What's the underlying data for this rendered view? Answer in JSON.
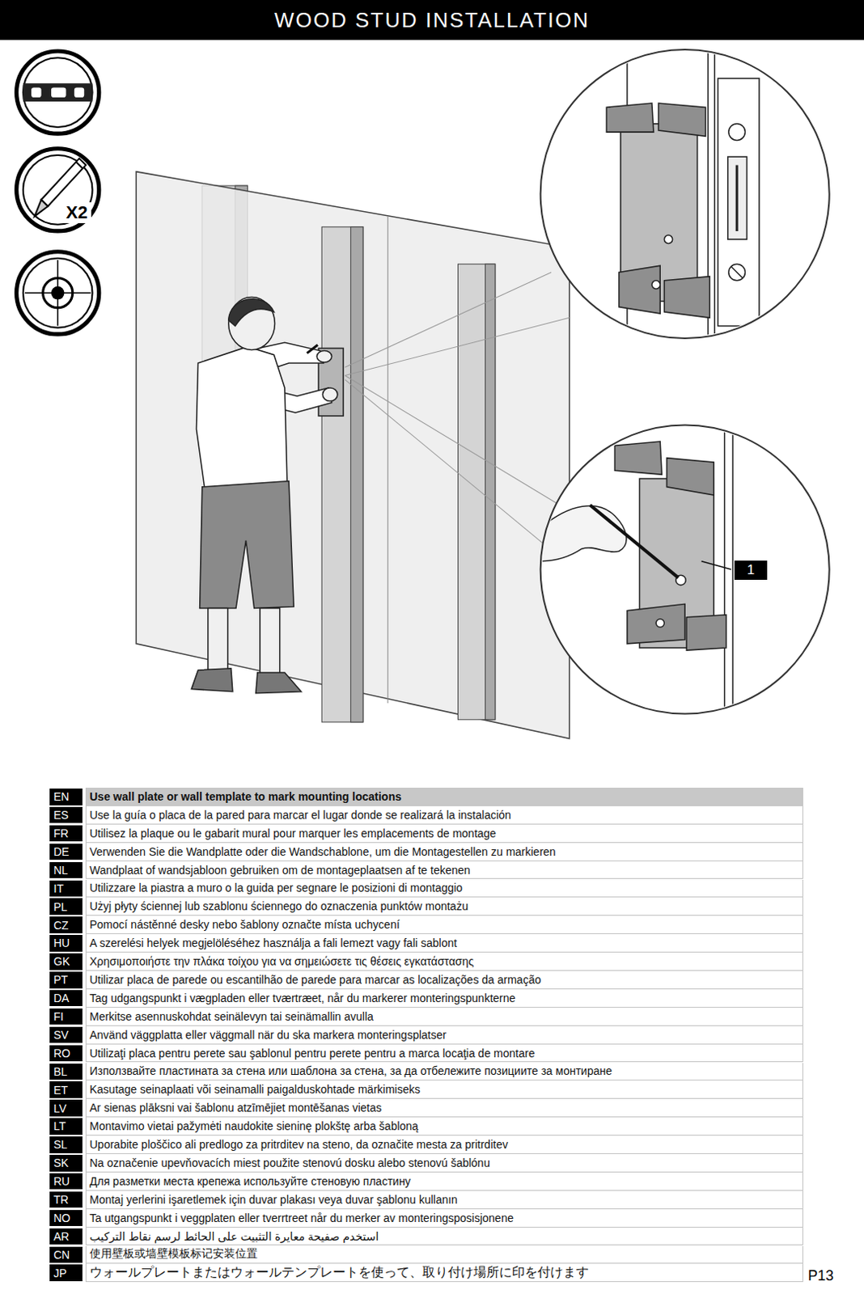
{
  "diagram": {
    "title": "WOOD STUD INSTALLATION",
    "labels": [
      "X2",
      "1",
      "EN",
      "Use wall plate or wall template to mark mounting locations",
      "ES",
      "Use la guía o placa de la pared para marcar el lugar donde se realizará la instalación",
      "FR",
      "Utilisez la plaque ou le gabarit mural pour marquer les emplacements de montage",
      "DE",
      "Verwenden Sie die Wandplatte oder die Wandschablone, um die Montagestellen zu markieren",
      "NL",
      "Wandplaat of wandsjabloon gebruiken om de montageplaatsen af te tekenen",
      "IT",
      "Utilizzare la piastra a muro o la guida per segnare le posizioni di montaggio",
      "PL",
      "Użyj płyty ściennej lub szablonu ściennego do oznaczenia punktów montażu",
      "CZ",
      "Pomocí nástěnné desky nebo šablony označte místa uchycení",
      "HU",
      "A szerelési helyek megjelöléséhez használja a fali lemezt vagy fali sablont",
      "GK",
      "Χρησιμοποιήστε την πλάκα τοίχου για να σημειώσετε τις θέσεις εγκατάστασης",
      "PT",
      "Utilizar placa de parede ou escantilhão de parede para marcar as localizações da armação",
      "DA",
      "Tag udgangspunkt i vægpladen eller tværtræet, når du markerer monteringspunkterne",
      "FI",
      "Merkitse asennuskohdat seinälevyn tai seinämallin avulla",
      "SV",
      "Använd väggplatta eller väggmall när du ska markera monteringsplatser",
      "RO",
      "Utilizaţi placa pentru perete sau şablonul pentru perete pentru a marca locaţia de montare",
      "BL",
      "Използвайте пластината за стена или шаблона за стена, за да отбележите позициите за монтиране",
      "ET",
      "Kasutage seinaplaati või seinamalli paigalduskohtade märkimiseks",
      "LV",
      "Ar sienas plāksni vai šablonu atzīmējiet montēšanas vietas",
      "LT",
      "Montavimo vietai pažymėti naudokite sieninę plokštę arba šabloną",
      "SL",
      "Uporabite ploščico ali predlogo za pritrditev na steno, da označite mesta za pritrditev",
      "SK",
      "Na označenie upevňovacích miest použite stenovú dosku alebo stenovú šablónu",
      "RU",
      "Для разметки места крепежа используйте стеновую пластину",
      "TR",
      "Montaj yerlerini işaretlemek için duvar plakası veya duvar şablonu kullanın",
      "NO",
      "Ta utgangspunkt i veggplaten eller tverrtreet når du merker av monteringsposisjonene",
      "AR",
      "استخدم صفيحة معايرة التثبيت على الحائط لرسم نقاط التركيب",
      "CN",
      "使用壁板或墙壁模板标记安装位置",
      "JP",
      "ウォールプレートまたはウォールテンプレートを使って、取り付け場所に印を付けます",
      "P13"
    ]
  }
}
